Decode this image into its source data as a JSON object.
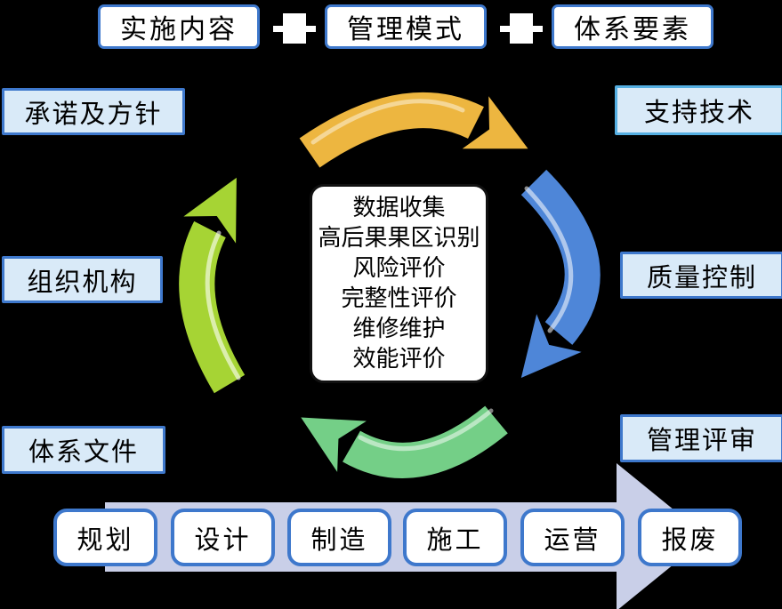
{
  "formula": {
    "items": [
      "实施内容",
      "管理模式",
      "体系要素"
    ],
    "operator": "+"
  },
  "left_labels": [
    "承诺及方针",
    "组织机构",
    "体系文件"
  ],
  "right_labels": [
    "支持技术",
    "质量控制",
    "管理评审"
  ],
  "center_box": {
    "lines": [
      "数据收集",
      "高后果果区识别",
      "风险评价",
      "完整性评价",
      "维修维护",
      "效能评价"
    ]
  },
  "cycle_arrows": [
    {
      "name": "top-arrow",
      "direction": "clockwise-right",
      "color": "#EDB640"
    },
    {
      "name": "right-arrow",
      "direction": "clockwise-down",
      "color": "#4E86D8"
    },
    {
      "name": "bottom-arrow",
      "direction": "clockwise-left",
      "color": "#74CF87"
    },
    {
      "name": "left-arrow",
      "direction": "clockwise-up",
      "color": "#A6D434"
    }
  ],
  "lifecycle": {
    "stages": [
      "规划",
      "设计",
      "制造",
      "施工",
      "运营",
      "报废"
    ],
    "band_color": "#C9CFE8"
  },
  "palette": {
    "background": "#000000",
    "box_fill": "#FFFFFF",
    "label_fill": "#D9EAF8",
    "border_blue": "#3E78CC",
    "border_light_blue": "#55AFE2",
    "text": "#000000"
  }
}
